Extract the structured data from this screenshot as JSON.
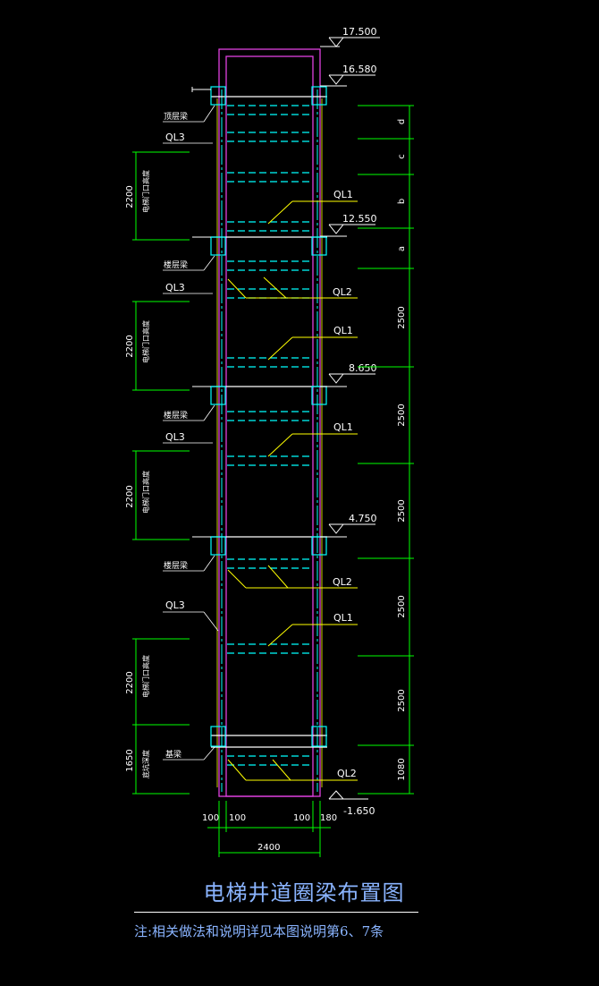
{
  "title": "电梯井道圈梁布置图",
  "note": "注:相关做法和说明详见本图说明第6、7条",
  "elevations": {
    "top": "17.500",
    "e1": "16.580",
    "e2": "12.550",
    "e3": "8.650",
    "e4": "4.750",
    "bottom": "-1.650"
  },
  "beam_labels": {
    "ql1": "QL1",
    "ql2": "QL2",
    "ql3": "QL3"
  },
  "left_labels": {
    "floor_beam": "楼层梁",
    "top_beam": "顶层梁",
    "base_beam": "基梁",
    "door_height": "电梯门口高度",
    "pit_depth": "底坑深度"
  },
  "left_dims": {
    "door": "2200",
    "pit": "1650"
  },
  "right_dims": {
    "d": "d",
    "c": "c",
    "b": "b",
    "a": "a",
    "s2500": "2500",
    "s1080": "1080"
  },
  "bottom_dims": {
    "w100": "100",
    "w180": "180",
    "total": "2400"
  },
  "colors": {
    "magenta": "#e040e0",
    "cyan": "#00ffff",
    "yellow": "#ffff00",
    "green": "#00ff00",
    "white": "#ffffff",
    "text_blue": "#8ab4ff"
  }
}
